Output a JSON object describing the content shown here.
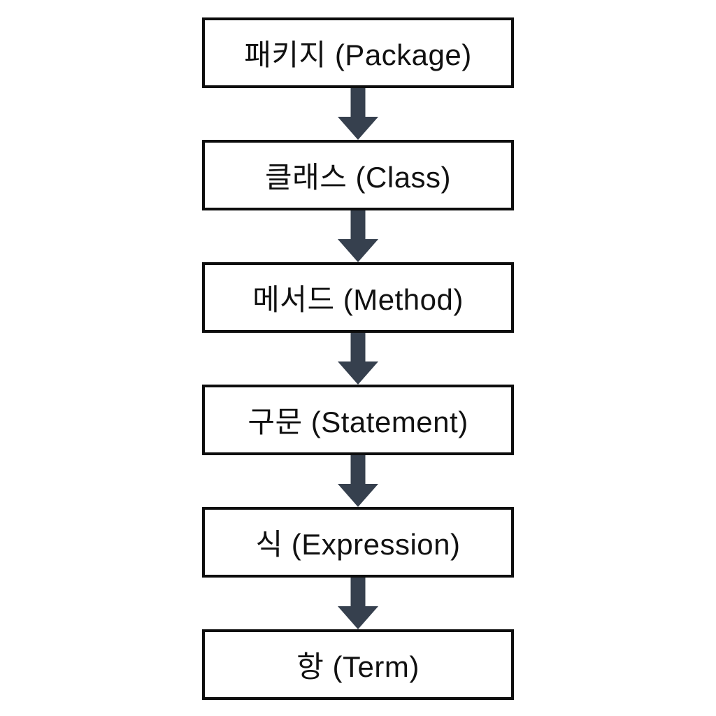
{
  "diagram": {
    "type": "flowchart",
    "direction": "top-down",
    "title": "",
    "nodes": [
      {
        "id": "package",
        "label": "패키지 (Package)"
      },
      {
        "id": "class",
        "label": "클래스 (Class)"
      },
      {
        "id": "method",
        "label": "메서드 (Method)"
      },
      {
        "id": "statement",
        "label": "구문 (Statement)"
      },
      {
        "id": "expression",
        "label": "식 (Expression)"
      },
      {
        "id": "term",
        "label": "항 (Term)"
      }
    ],
    "edges": [
      {
        "from": "package",
        "to": "class"
      },
      {
        "from": "class",
        "to": "method"
      },
      {
        "from": "method",
        "to": "statement"
      },
      {
        "from": "statement",
        "to": "expression"
      },
      {
        "from": "expression",
        "to": "term"
      }
    ],
    "colors": {
      "background": "#ffffff",
      "box_fill": "#ffffff",
      "box_border": "#0d0d0d",
      "text": "#111111",
      "arrow": "#36404e"
    }
  }
}
